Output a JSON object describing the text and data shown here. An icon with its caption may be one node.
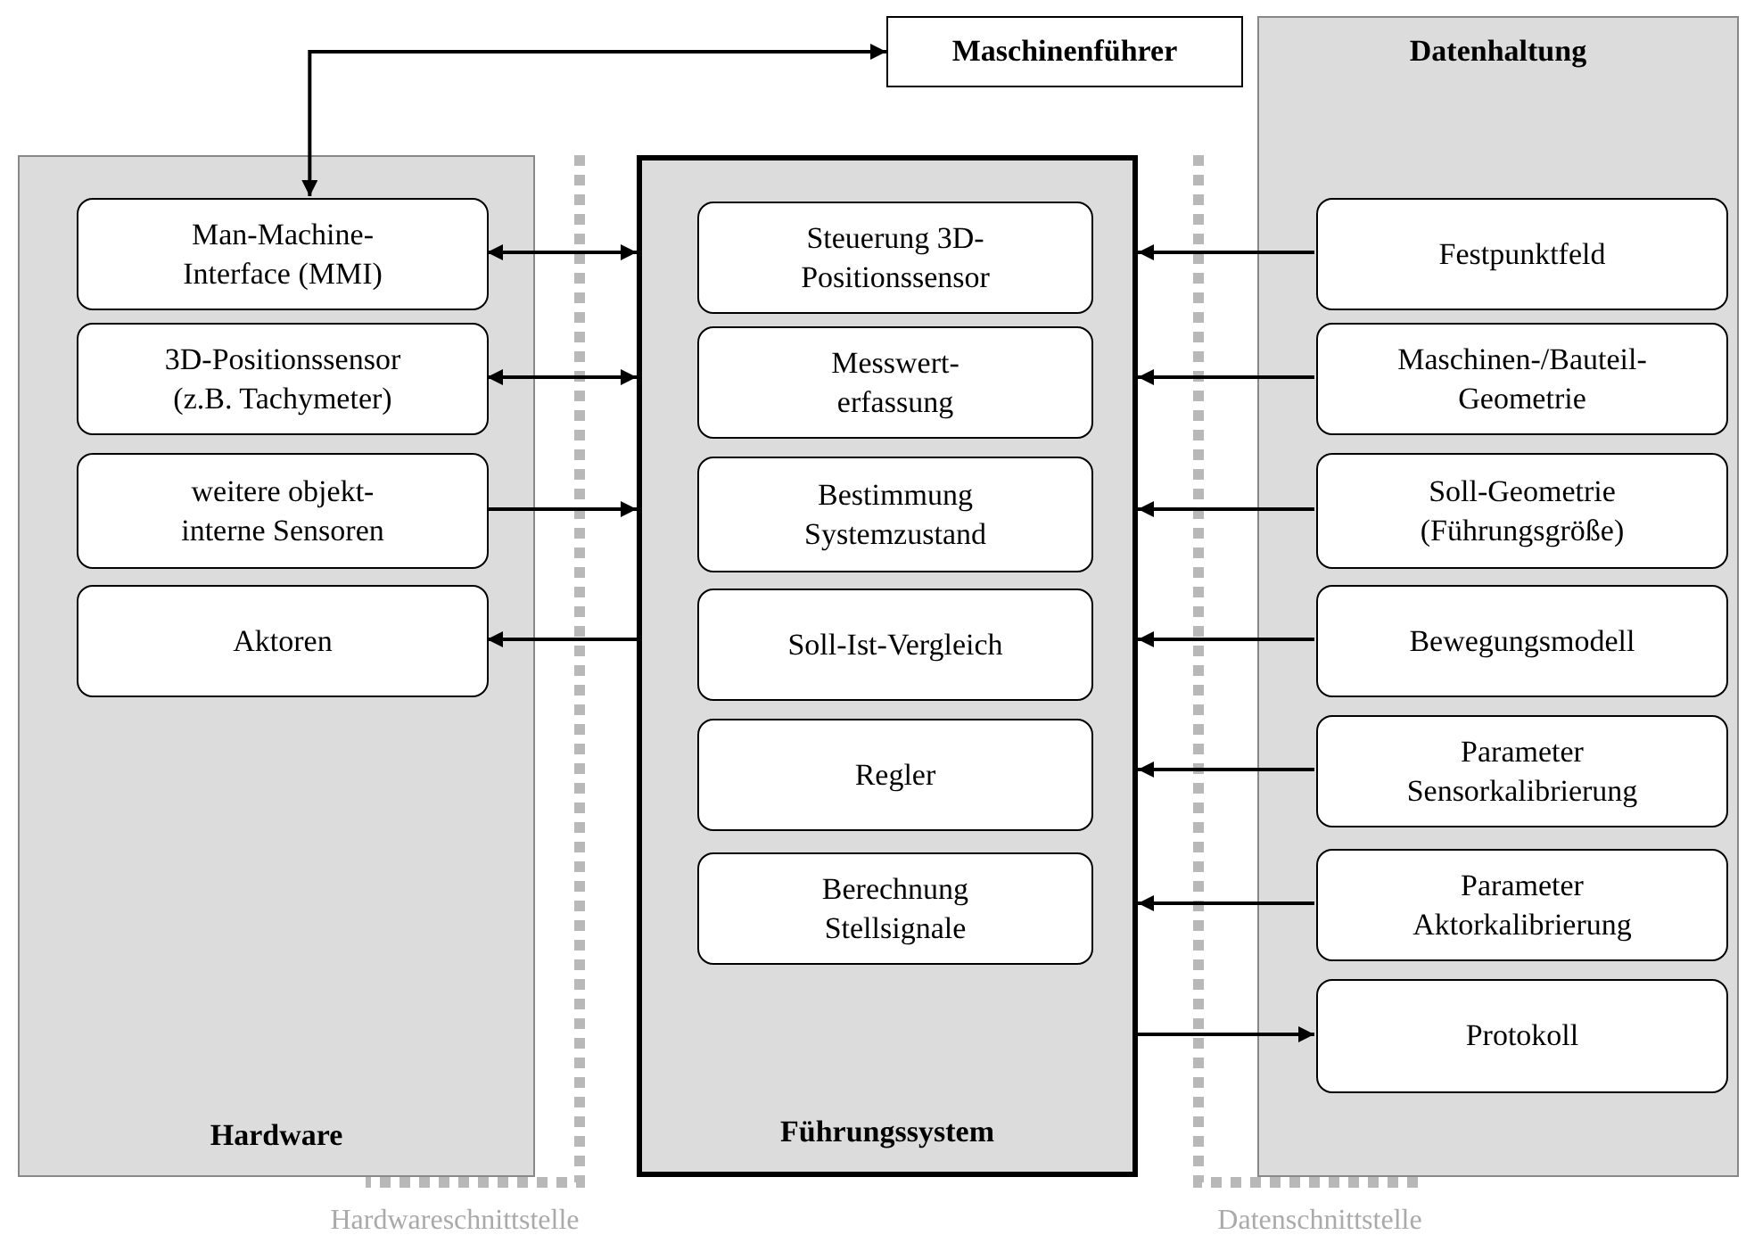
{
  "diagram": {
    "nodes": [
      {
        "text": [
          "Maschinenführer"
        ]
      },
      {
        "text": [
          "Hardware"
        ]
      },
      {
        "text": [
          "Man-Machine-Interface (MMI)"
        ],
        "in": 1
      },
      {
        "text": [
          "3D-Positionssensor (z.B. Tachymeter)"
        ],
        "in": 1
      },
      {
        "text": [
          "weitere objekt-interne Sensoren"
        ],
        "in": 1
      },
      {
        "text": [
          "Aktoren"
        ],
        "in": 1
      },
      {
        "text": [
          "Führungssystem"
        ]
      },
      {
        "text": [
          "Steuerung 3D-Positionssensor"
        ],
        "in": 6
      },
      {
        "text": [
          "Messwert-erfassung"
        ],
        "in": 6
      },
      {
        "text": [
          "Bestimmung Systemzustand"
        ],
        "in": 6
      },
      {
        "text": [
          "Soll-Ist-Vergleich"
        ],
        "in": 6
      },
      {
        "text": [
          "Regler"
        ],
        "in": 6
      },
      {
        "text": [
          "Berechnung Stellsignale"
        ],
        "in": 6
      },
      {
        "text": [
          "Datenhaltung"
        ]
      },
      {
        "text": [
          "Festpunktfeld"
        ],
        "in": 13
      },
      {
        "text": [
          "Maschinen-/Bauteil-Geometrie"
        ],
        "in": 13
      },
      {
        "text": [
          "Soll-Geometrie (Führungsgröße)"
        ],
        "in": 13
      },
      {
        "text": [
          "Bewegungsmodell"
        ],
        "in": 13
      },
      {
        "text": [
          "Parameter Sensorkalibrierung"
        ],
        "in": 13
      },
      {
        "text": [
          "Parameter Aktorkalibrierung"
        ],
        "in": 13
      },
      {
        "text": [
          "Protokoll"
        ],
        "in": 13
      }
    ],
    "edges": [
      {
        "from": 2,
        "to": 0,
        "arrow": "both"
      },
      {
        "from": 2,
        "to": 6,
        "arrow": "both"
      },
      {
        "from": 3,
        "to": 6,
        "arrow": "both"
      },
      {
        "from": 4,
        "to": 6,
        "arrow": "to"
      },
      {
        "from": 6,
        "to": 5,
        "arrow": "to"
      },
      {
        "from": 14,
        "to": 6,
        "arrow": "to"
      },
      {
        "from": 15,
        "to": 6,
        "arrow": "to"
      },
      {
        "from": 16,
        "to": 6,
        "arrow": "to"
      },
      {
        "from": 17,
        "to": 6,
        "arrow": "to"
      },
      {
        "from": 18,
        "to": 6,
        "arrow": "to"
      },
      {
        "from": 19,
        "to": 6,
        "arrow": "to"
      },
      {
        "from": 6,
        "to": 20,
        "arrow": "to"
      }
    ],
    "labels": [
      "Hardwareschnittstelle",
      "Datenschnittstelle"
    ]
  }
}
